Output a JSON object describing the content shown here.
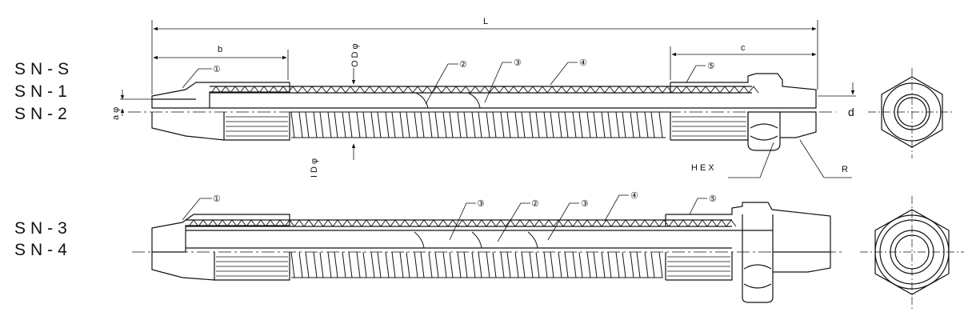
{
  "models": {
    "group1": [
      "SN-S",
      "SN-1",
      "SN-2"
    ],
    "group2": [
      "SN-3",
      "SN-4"
    ]
  },
  "dimensions": {
    "L": "L",
    "b": "b",
    "c": "c",
    "a": "aφ",
    "OD": "ODφ",
    "ID": "IDφ",
    "d": "d",
    "hex": "HEX",
    "R": "R"
  },
  "callouts": {
    "c1": "①",
    "c2": "②",
    "c3": "③",
    "c4": "④",
    "c5": "⑤"
  }
}
